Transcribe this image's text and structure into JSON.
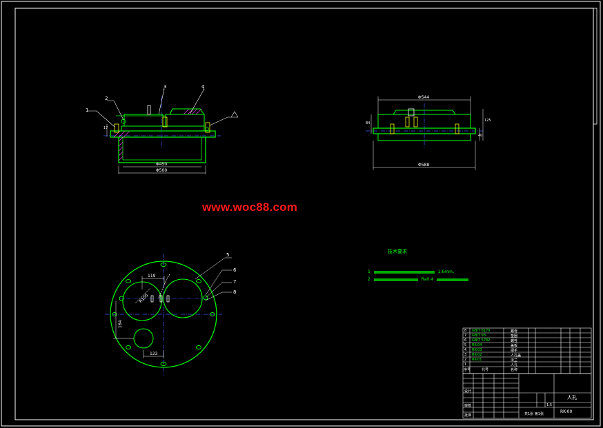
{
  "watermark": "www.woc88.com",
  "technical_requirements": {
    "title": "技术要求",
    "note1_prefix": "1",
    "note1_suffix": "1.6mm。",
    "note2_prefix": "2",
    "note2_suffix": "Ra0.4"
  },
  "colors": {
    "background": "#000000",
    "frame": "#ffffff",
    "outline": "#00ff00",
    "centerline": "#3b5bff",
    "hatch": "#ff3cff",
    "accent": "#ffff00",
    "watermark": "#ff1a1a"
  },
  "front_view": {
    "callouts": [
      "1",
      "2",
      "3",
      "4"
    ],
    "dim_inner": "Φ450",
    "dim_outer": "Φ500",
    "dim_side": "17"
  },
  "side_view": {
    "dim_top": "Φ544",
    "dim_bottom": "Φ588",
    "dim_left": "84",
    "dim_right": "125",
    "dim_right_small": "40"
  },
  "plan_view": {
    "callouts": [
      "5",
      "6",
      "7",
      "8"
    ],
    "dim_top": "119",
    "dim_diag": "R105",
    "dim_left": "164",
    "dim_bottom": "123"
  },
  "parts_list": {
    "rows": [
      {
        "no": "8",
        "code": "GB/T 6170",
        "name": "螺母"
      },
      {
        "no": "7",
        "code": "GB/T 93",
        "name": "垫圈"
      },
      {
        "no": "6",
        "code": "GB/T 5782",
        "name": "螺栓"
      },
      {
        "no": "5",
        "code": "RK-04",
        "name": "盖板"
      },
      {
        "no": "4",
        "code": "RK-03",
        "name": "把手"
      },
      {
        "no": "3",
        "code": "RK-02",
        "name": "人孔盖"
      },
      {
        "no": "2",
        "code": "RK-01",
        "name": "法兰"
      },
      {
        "no": "1",
        "code": "",
        "name": "人孔"
      }
    ],
    "header": [
      "序号",
      "代号",
      "名称"
    ]
  },
  "title_block": {
    "drawing_name": "人孔",
    "drawing_no": "RK-00",
    "scale": "1:5",
    "sheet": "共1张 第1张",
    "designer_label": "设计",
    "checker_label": "审核",
    "approve_label": "批准"
  }
}
